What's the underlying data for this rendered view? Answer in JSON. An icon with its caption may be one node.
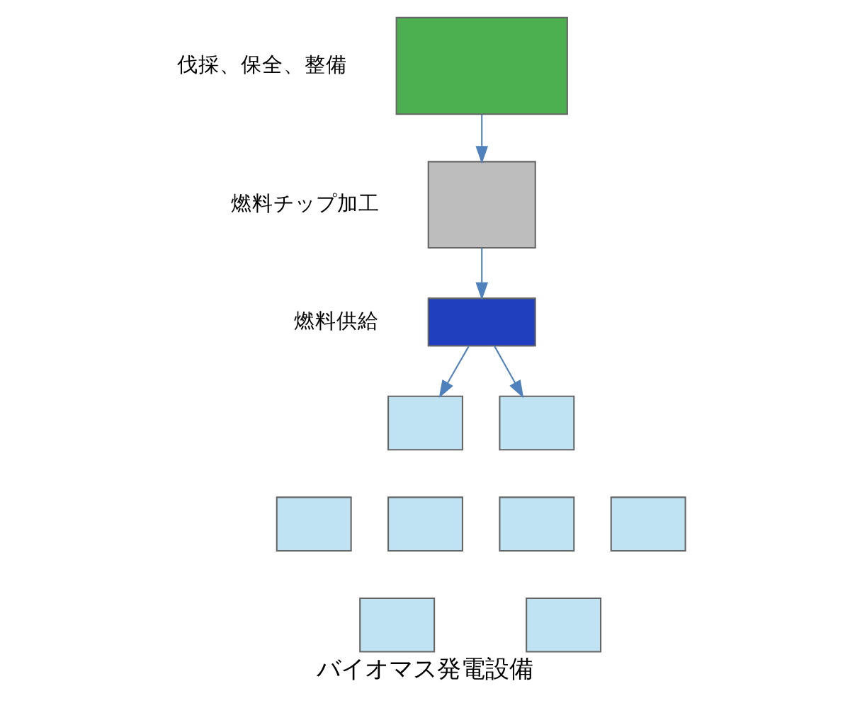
{
  "diagram": {
    "caption": "バイオマス発電設備",
    "nodes": [
      {
        "text": [],
        "shape": "box",
        "beside": [
          "伐採、保全、整備"
        ]
      },
      {
        "text": [],
        "shape": "box",
        "beside": [
          "燃料チップ加工"
        ]
      },
      {
        "text": [],
        "shape": "box",
        "beside": [
          "燃料供給"
        ]
      },
      {
        "text": [],
        "shape": "box"
      },
      {
        "text": [],
        "shape": "box"
      },
      {
        "text": [],
        "shape": "box"
      },
      {
        "text": [],
        "shape": "box"
      },
      {
        "text": [],
        "shape": "box"
      },
      {
        "text": [],
        "shape": "box"
      },
      {
        "text": [],
        "shape": "box"
      },
      {
        "text": [],
        "shape": "box"
      }
    ],
    "edges": [
      {
        "from": 0,
        "to": 1,
        "arrow": "to"
      },
      {
        "from": 1,
        "to": 2,
        "arrow": "to"
      },
      {
        "from": 2,
        "to": 3,
        "arrow": "to"
      },
      {
        "from": 2,
        "to": 4,
        "arrow": "to"
      }
    ]
  }
}
